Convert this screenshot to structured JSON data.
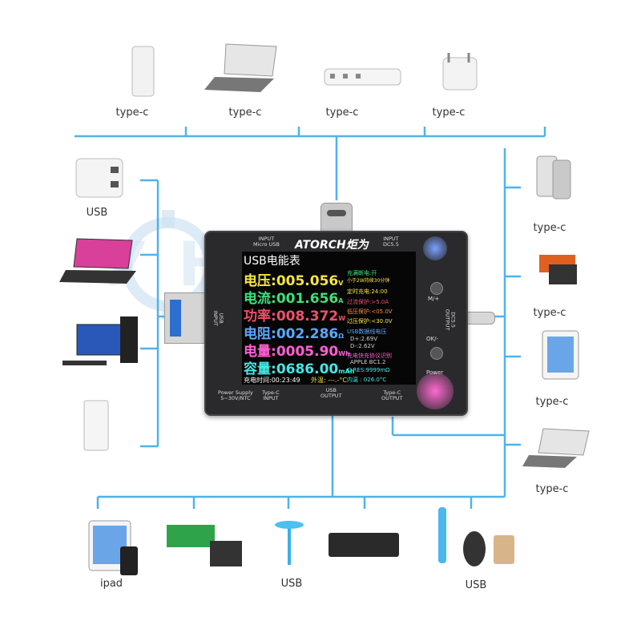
{
  "watermark": "У   НИ   МС",
  "labels": {
    "top_1": "type-c",
    "top_2": "type-c",
    "top_3": "type-c",
    "top_4": "type-c",
    "left_1": "USB",
    "right_1": "type-c",
    "right_2": "type-c",
    "right_3": "type-c",
    "right_4": "type-c",
    "bottom_1": "ipad",
    "bottom_2": "USB",
    "bottom_3": "USB"
  },
  "meter": {
    "brand": "ATORCH炬为",
    "port_top_left": "INPUT\nMicro USB",
    "port_top_right": "INPUT\nDC5.5",
    "port_left": "USB\nINPUT",
    "port_right": "DC5.5\nOUTPUT",
    "port_bottom_1": "Power Supply\n5~30V/NTC",
    "port_bottom_2": "Type-C\nINPUT",
    "port_bottom_3": "USB\nOUTPUT",
    "port_bottom_4": "Type-C\nOUTPUT",
    "button_1": "M/+",
    "button_2": "OK/-",
    "button_3": "Power",
    "screen": {
      "title": "USB电能表",
      "voltage_label": "电压:",
      "voltage": "005.056",
      "voltage_unit": "V",
      "current_label": "电流:",
      "current": "001.656",
      "current_unit": "A",
      "power_label": "功率:",
      "power": "008.372",
      "power_unit": "W",
      "resistance_label": "电阻:",
      "resistance": "002.286",
      "resistance_unit": "Ω",
      "energy_label": "电量:",
      "energy": "0005.90",
      "energy_unit": "Wh",
      "capacity_label": "容量:",
      "capacity": "0686.00",
      "capacity_unit": "mAh",
      "time": "充电时间:00:23:49",
      "ext_temp": "外温: ---.-°C",
      "r1": "充满断电:开",
      "r2": "小于2W持续30分钟",
      "r3": "定时充电:24:00",
      "r4": "过流保护:>5.0A",
      "r5": "低压保护:<05.0V",
      "r6": "过压保护:<30.0V",
      "r7": "USB数据线电压",
      "r8": "D+:2.69V",
      "r9": "D-:2.62V",
      "r10": "充电快充协议识别",
      "r11": "APPLE    BC1.2",
      "r12": "C-RES:9999mΩ",
      "r13": "内温 : 026.0°C"
    }
  },
  "colors": {
    "line": "#4fb3ea",
    "voltage": "#f5e63a",
    "current": "#3ee07a",
    "power": "#f0506a",
    "resistance": "#5aa8ff",
    "energy": "#ff5fd2",
    "capacity": "#46e6e6"
  }
}
